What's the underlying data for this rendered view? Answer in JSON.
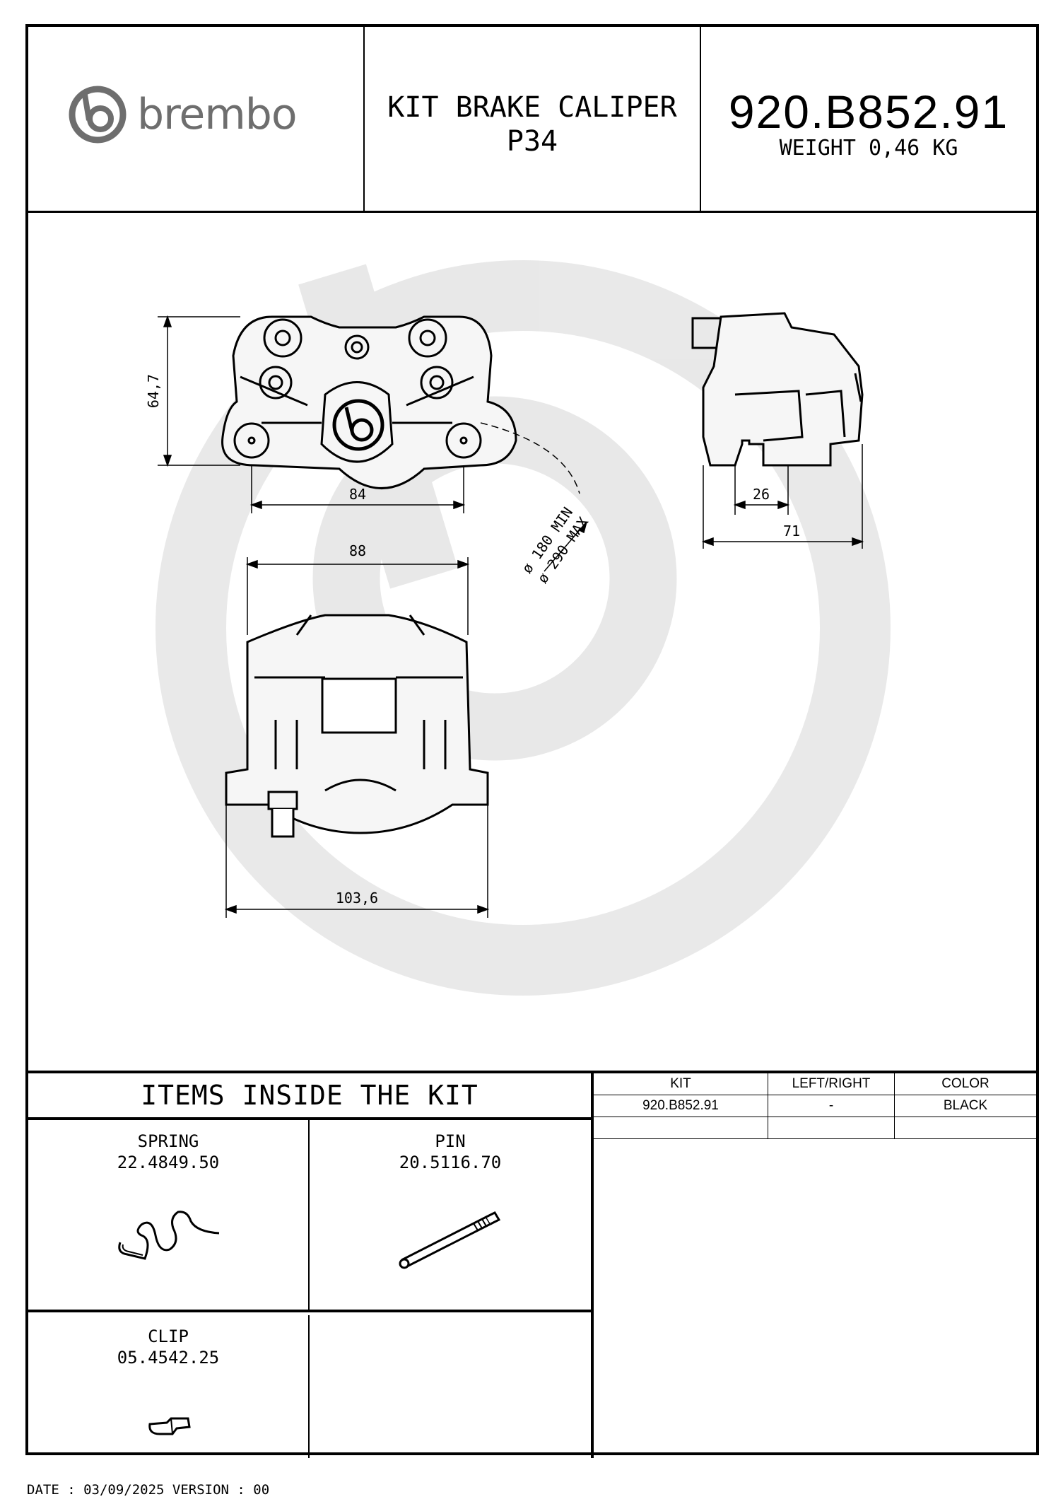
{
  "header": {
    "brand": "brembo",
    "title_line1": "KIT BRAKE CALIPER",
    "title_line2": "P34",
    "part_number": "920.B852.91",
    "weight": "WEIGHT 0,46 KG"
  },
  "drawing": {
    "dim_height": "64,7",
    "dim_width_front": "84",
    "dim_disc_min": "ø 180 MIN",
    "dim_disc_max": "ø 290 MAX",
    "dim_side_inner": "26",
    "dim_side_total": "71",
    "dim_top_width": "88",
    "dim_bottom_width": "103,6"
  },
  "items": {
    "title": "ITEMS INSIDE THE KIT",
    "list": [
      {
        "name": "SPRING",
        "code": "22.4849.50",
        "icon": "spring-icon"
      },
      {
        "name": "PIN",
        "code": "20.5116.70",
        "icon": "pin-icon"
      },
      {
        "name": "CLIP",
        "code": "05.4542.25",
        "icon": "clip-icon"
      }
    ]
  },
  "kit_table": {
    "headers": [
      "KIT",
      "LEFT/RIGHT",
      "COLOR"
    ],
    "rows": [
      [
        "920.B852.91",
        "-",
        "BLACK"
      ]
    ]
  },
  "footer": "DATE : 03/09/2025 VERSION : 00"
}
